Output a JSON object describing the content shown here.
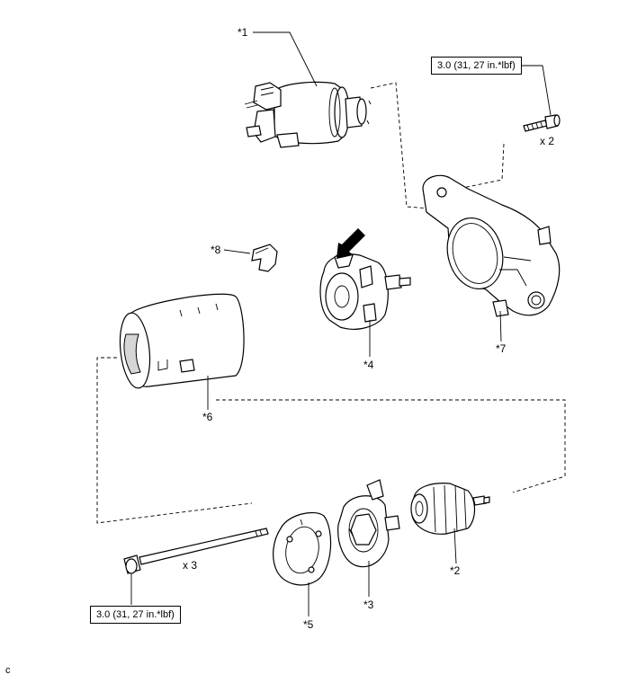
{
  "callouts": {
    "c1": "*1",
    "c2": "*2",
    "c3": "*3",
    "c4": "*4",
    "c5": "*5",
    "c6": "*6",
    "c7": "*7",
    "c8": "*8"
  },
  "torque": {
    "top": "3.0 (31, 27 in.*lbf)",
    "bottom": "3.0 (31, 27 in.*lbf)"
  },
  "quantity": {
    "bolt_top": "x 2",
    "through_bolt": "x 3"
  },
  "corner_code": "c",
  "colors": {
    "line": "#000000",
    "background": "#ffffff",
    "shade": "#d6d6d6"
  }
}
